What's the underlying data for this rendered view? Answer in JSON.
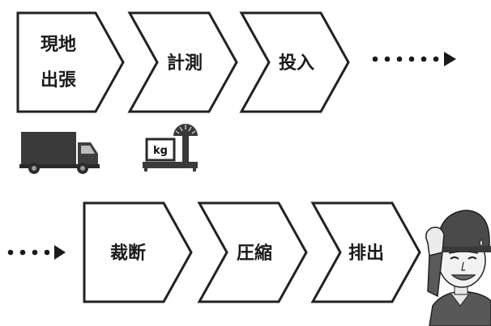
{
  "flow_row_1": {
    "steps": [
      {
        "lines": [
          "現地",
          "出張"
        ]
      },
      {
        "lines": [
          "計測"
        ]
      },
      {
        "lines": [
          "投入"
        ]
      }
    ]
  },
  "flow_row_2": {
    "steps": [
      {
        "lines": [
          "裁断"
        ]
      },
      {
        "lines": [
          "圧縮"
        ]
      },
      {
        "lines": [
          "排出"
        ]
      }
    ]
  },
  "icons": {
    "truck": "truck-icon",
    "scale": "weighing-scale-icon",
    "worker": "worker-illustration"
  },
  "scale_unit": "kg"
}
